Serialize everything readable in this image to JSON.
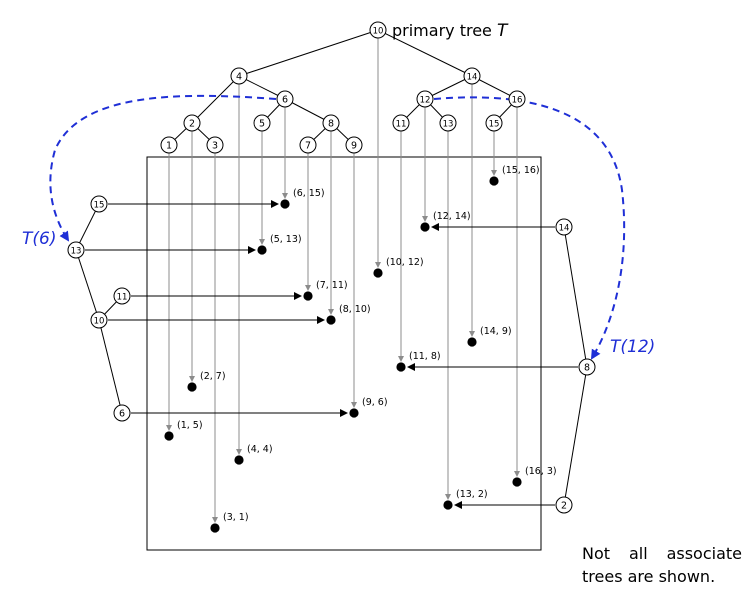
{
  "title": "primary tree",
  "title_var": "T",
  "primary_nodes": [
    {
      "id": "n10",
      "label": "10"
    },
    {
      "id": "n4",
      "label": "4"
    },
    {
      "id": "n14",
      "label": "14"
    },
    {
      "id": "n2",
      "label": "2"
    },
    {
      "id": "n6",
      "label": "6"
    },
    {
      "id": "n12",
      "label": "12"
    },
    {
      "id": "n16",
      "label": "16"
    },
    {
      "id": "n1",
      "label": "1"
    },
    {
      "id": "n3",
      "label": "3"
    },
    {
      "id": "n5",
      "label": "5"
    },
    {
      "id": "n8",
      "label": "8"
    },
    {
      "id": "n7",
      "label": "7"
    },
    {
      "id": "n9",
      "label": "9"
    },
    {
      "id": "n11",
      "label": "11"
    },
    {
      "id": "n13",
      "label": "13"
    },
    {
      "id": "n15",
      "label": "15"
    }
  ],
  "points": [
    {
      "id": "p1",
      "label": "(1, 5)"
    },
    {
      "id": "p2",
      "label": "(2, 7)"
    },
    {
      "id": "p3",
      "label": "(3, 1)"
    },
    {
      "id": "p4",
      "label": "(4, 4)"
    },
    {
      "id": "p5",
      "label": "(5, 13)"
    },
    {
      "id": "p6",
      "label": "(6, 15)"
    },
    {
      "id": "p7",
      "label": "(7, 11)"
    },
    {
      "id": "p8",
      "label": "(8, 10)"
    },
    {
      "id": "p9",
      "label": "(9, 6)"
    },
    {
      "id": "p10",
      "label": "(10, 12)"
    },
    {
      "id": "p11",
      "label": "(11, 8)"
    },
    {
      "id": "p12",
      "label": "(12, 14)"
    },
    {
      "id": "p13",
      "label": "(13, 2)"
    },
    {
      "id": "p14",
      "label": "(14, 9)"
    },
    {
      "id": "p15",
      "label": "(15, 16)"
    },
    {
      "id": "p16",
      "label": "(16, 3)"
    }
  ],
  "assoc_left": {
    "label": "T(6)",
    "nodes": [
      {
        "id": "L13",
        "label": "13"
      },
      {
        "id": "L15",
        "label": "15"
      },
      {
        "id": "L10",
        "label": "10"
      },
      {
        "id": "L11",
        "label": "11"
      },
      {
        "id": "L6",
        "label": "6"
      }
    ]
  },
  "assoc_right": {
    "label": "T(12)",
    "nodes": [
      {
        "id": "R8",
        "label": "8"
      },
      {
        "id": "R14",
        "label": "14"
      },
      {
        "id": "R2",
        "label": "2"
      }
    ]
  },
  "note": "Not all associate trees are shown.",
  "colors": {
    "ink": "#000000",
    "gray": "#8c8c8c",
    "blue": "#1f2fd6"
  }
}
